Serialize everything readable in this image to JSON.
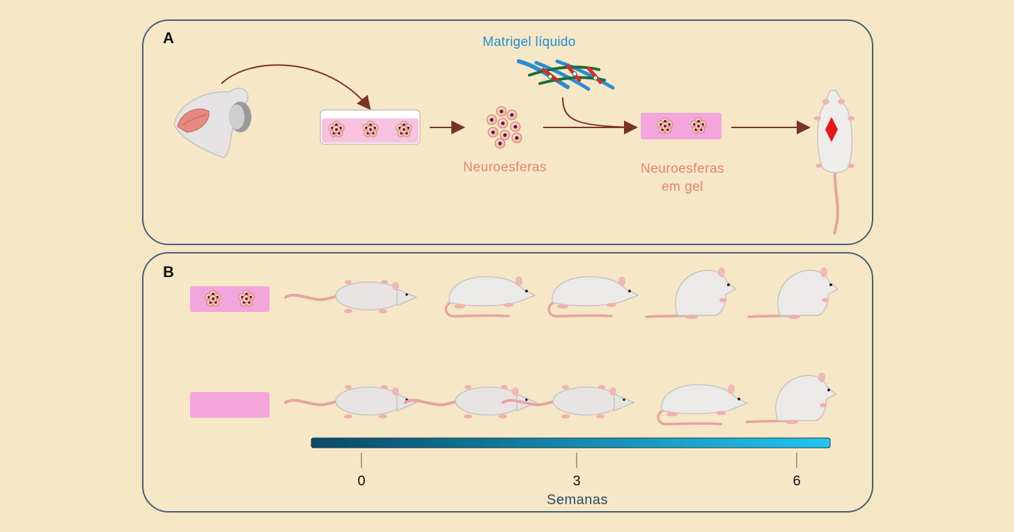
{
  "panel_a": {
    "letter": "A",
    "matrigel_label": "Matrigel líquido",
    "neurospheres_label": "Neuroesferas",
    "neurospheres_gel_label_line1": "Neuroesferas",
    "neurospheres_gel_label_line2": "em gel"
  },
  "panel_b": {
    "letter": "B",
    "axis_title": "Semanas",
    "ticks": [
      "0",
      "3",
      "6"
    ]
  },
  "colors": {
    "background": "#f5e6c4",
    "panel_border": "#3f5f78",
    "arrow": "#7a3328",
    "label_orange": "#e8846a",
    "label_blue": "#1d8fcf",
    "gel_pink": "#f4a6dc",
    "timeline_start": "#0b4a66",
    "timeline_end": "#22c6f0"
  }
}
